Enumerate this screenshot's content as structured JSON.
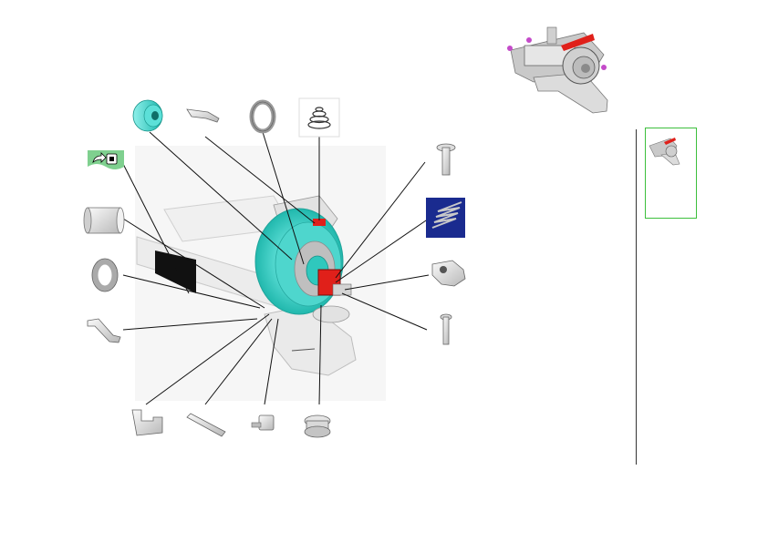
{
  "view": {
    "title": "",
    "preview_label": "assembly-preview",
    "thumbnail_selected": true
  },
  "parts": [
    {
      "name": "cyan-pulley-part"
    },
    {
      "name": "flat-clip-part"
    },
    {
      "name": "o-ring-part"
    },
    {
      "name": "conical-spring-part"
    },
    {
      "name": "share-menu-button"
    },
    {
      "name": "bushing-part"
    },
    {
      "name": "washer-part"
    },
    {
      "name": "leaf-spring-part"
    },
    {
      "name": "bracket-part"
    },
    {
      "name": "rod-part"
    },
    {
      "name": "short-shaft-part"
    },
    {
      "name": "spool-part"
    },
    {
      "name": "pin-part"
    },
    {
      "name": "coil-spring-part"
    },
    {
      "name": "clamp-block-part"
    },
    {
      "name": "small-pin-part"
    }
  ],
  "colors": {
    "cyan": "#3fd9d0",
    "metal": "#d7d7d7",
    "red": "#e0201a",
    "navy": "#1a2b8f",
    "leader": "#111111",
    "frame": "#3cbf3c"
  }
}
